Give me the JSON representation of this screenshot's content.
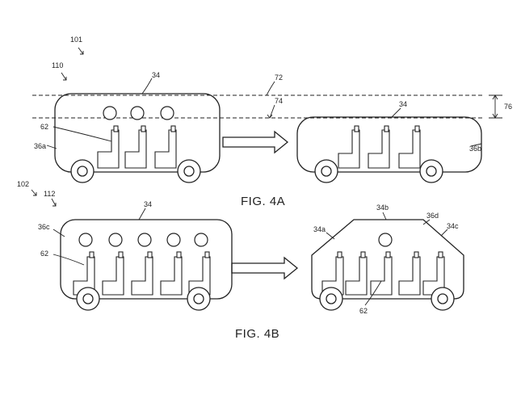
{
  "labels": {
    "ref_101": "101",
    "ref_110": "110",
    "ref_34_a_left": "34",
    "ref_72": "72",
    "ref_74": "74",
    "ref_76": "76",
    "ref_62_a": "62",
    "ref_36a": "36a",
    "ref_34_a_right": "34",
    "ref_36b": "36b",
    "ref_102": "102",
    "ref_112": "112",
    "ref_34_b_left": "34",
    "ref_36c": "36c",
    "ref_62_b_left": "62",
    "ref_34b": "34b",
    "ref_36d": "36d",
    "ref_34a": "34a",
    "ref_34c": "34c",
    "ref_62_b_right": "62"
  },
  "figures": {
    "fig_4a": "FIG. 4A",
    "fig_4b": "FIG. 4B"
  },
  "colors": {
    "line": "#222222",
    "background": "#ffffff"
  }
}
